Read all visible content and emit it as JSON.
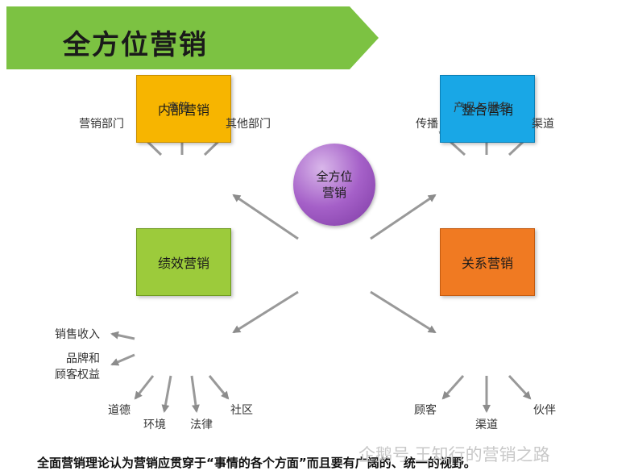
{
  "banner": {
    "title": "全方位营销",
    "color": "#7cc242"
  },
  "center": {
    "line1": "全方位",
    "line2": "营销"
  },
  "boxes": {
    "internal": "内部营销",
    "integrated": "整合营销",
    "performance": "绩效营销",
    "relationship": "关系营销"
  },
  "internal_labels": [
    "营销部门",
    "高管",
    "其他部门"
  ],
  "integrated_labels": [
    "传播",
    "产品与服务",
    "渠道"
  ],
  "performance_labels": [
    "销售收入",
    "品牌和",
    "顾客权益",
    "道德",
    "环境",
    "法律",
    "社区"
  ],
  "relationship_labels": [
    "顾客",
    "渠道",
    "伙伴"
  ],
  "footer": "全面营销理论认为营销应贯穿于“事情的各个方面”而且要有广阔的、统一的视野。",
  "watermark": "企鹅号 王知行的营销之路",
  "colors": {
    "internal": "#f7b500",
    "integrated": "#19a7e6",
    "performance": "#9ccb3b",
    "relationship": "#f07a22",
    "center": "#a560c8"
  }
}
